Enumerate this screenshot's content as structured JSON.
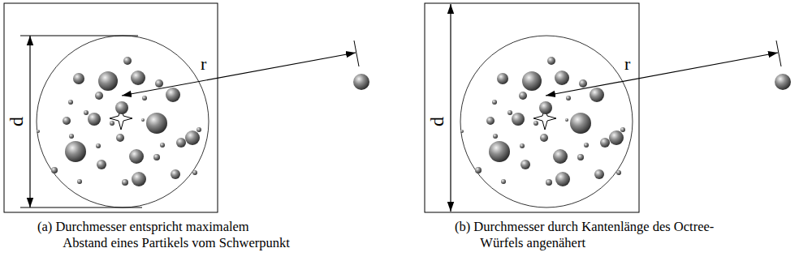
{
  "diagram": {
    "labels": [
      "d",
      "r",
      "(a) Durchmesser entspricht maximalem Abstand eines Partikels vom Schwerpunkt",
      "d",
      "r",
      "(b) Durchmesser durch Kantenlänge des Octree-Würfels angenähert"
    ]
  }
}
